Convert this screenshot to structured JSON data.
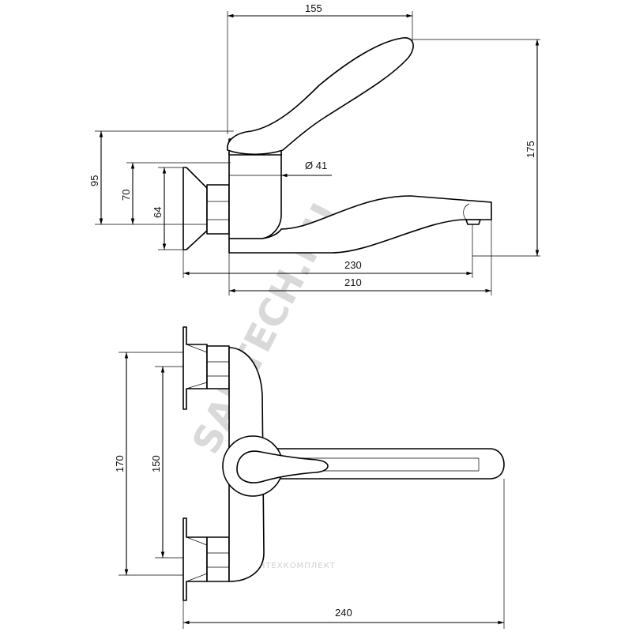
{
  "dimensions": {
    "top_width": "155",
    "height_total": "175",
    "h95": "95",
    "h70": "70",
    "h64": "64",
    "diameter": "Ø 41",
    "spout_230": "230",
    "spout_210": "210",
    "h170": "170",
    "h150": "150",
    "w240": "240"
  },
  "watermark": {
    "main": "SANTECH.RU",
    "brand": "САНТЕХКОМПЛЕКТ"
  }
}
